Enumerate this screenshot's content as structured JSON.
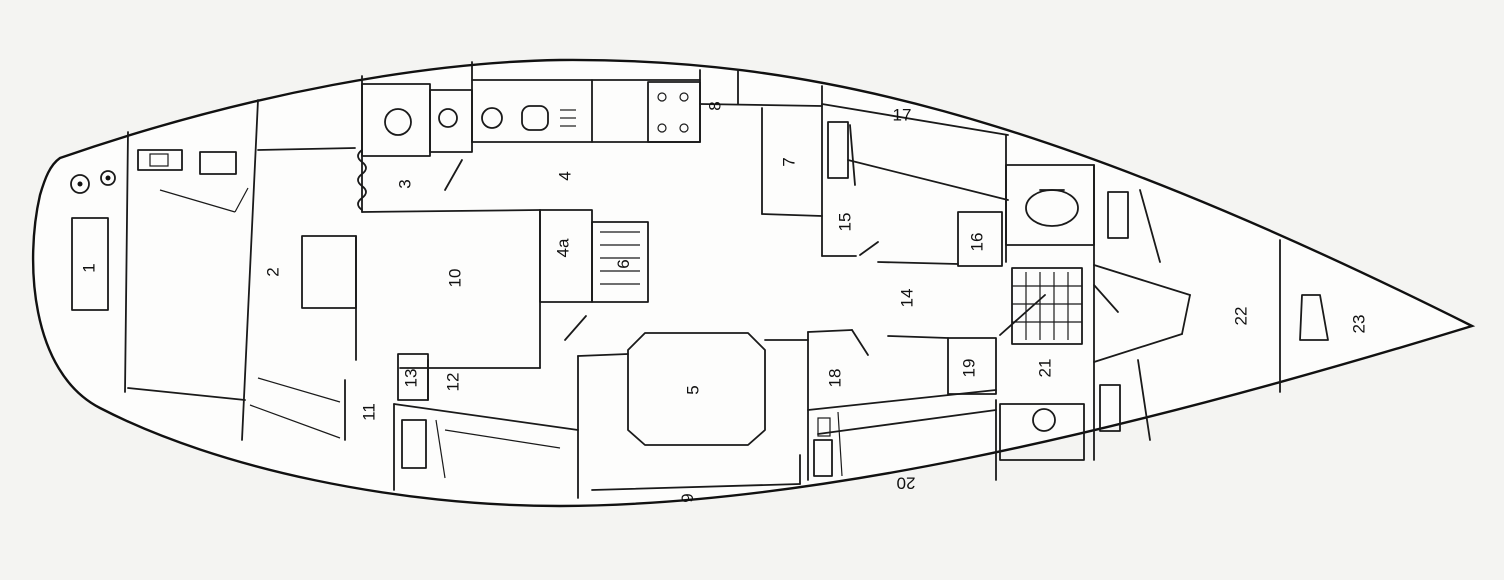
{
  "diagram": {
    "labels": [
      "1",
      "2",
      "3",
      "4",
      "4a",
      "5",
      "6",
      "7",
      "8",
      "9",
      "10",
      "11",
      "12",
      "13",
      "14",
      "15",
      "16",
      "17",
      "18",
      "19",
      "20",
      "21",
      "22",
      "23"
    ]
  }
}
